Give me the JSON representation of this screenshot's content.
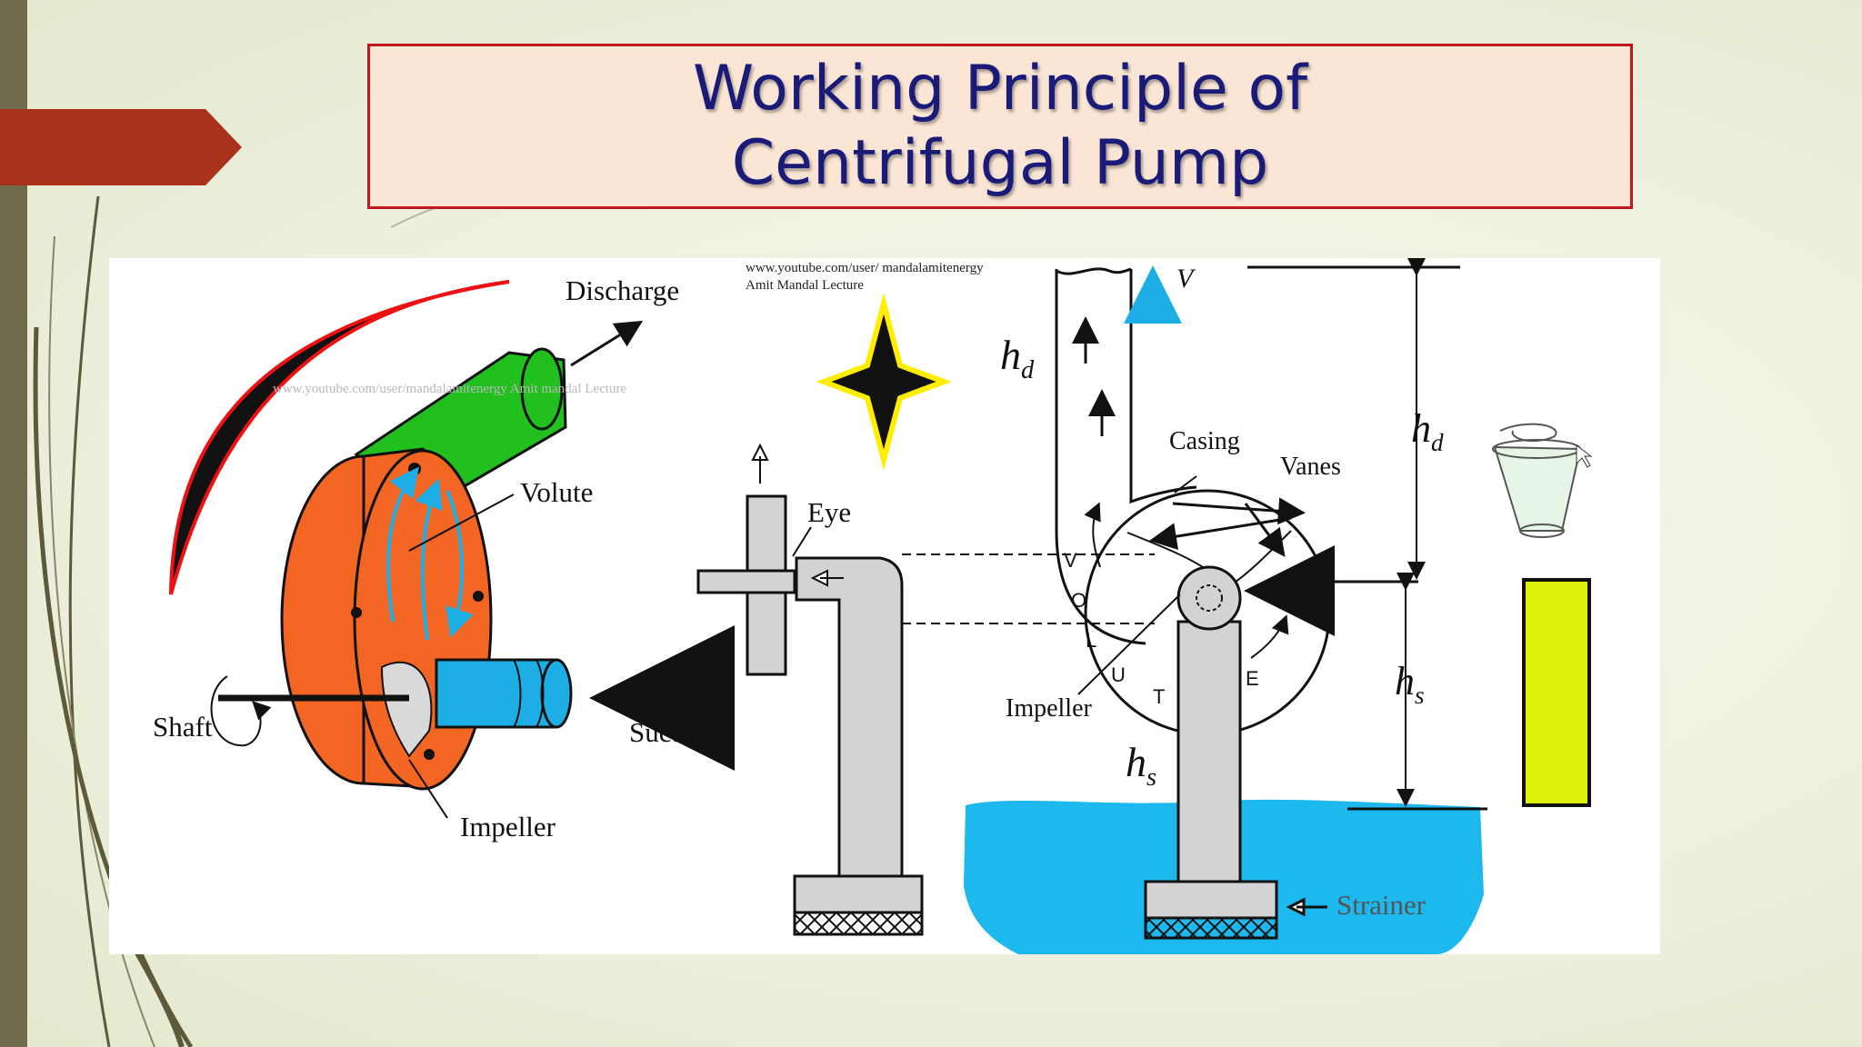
{
  "title": {
    "line1": "Working Principle of",
    "line2": "Centrifugal Pump"
  },
  "watermark": {
    "line1": "www.youtube.com/user/ mandalamitenergy",
    "line2": "Amit Mandal Lecture",
    "faint": "www.youtube.com/user/mandalamitenergy Amit mandal Lecture"
  },
  "labels": {
    "discharge": "Discharge",
    "volute": "Volute",
    "shaft": "Shaft",
    "impeller_left": "Impeller",
    "suction": "Suction",
    "eye": "Eye",
    "casing": "Casing",
    "vanes": "Vanes",
    "impeller_right": "Impeller",
    "strainer": "Strainer",
    "velocity": "V"
  },
  "math": {
    "h": "h",
    "d": "d",
    "s": "s"
  },
  "volute_letters": [
    "V",
    "O",
    "L",
    "U",
    "T",
    "E"
  ],
  "colors": {
    "orange": "#f26522",
    "green": "#22c01e",
    "blue": "#1eaee6",
    "water": "#1db8ee",
    "pipe": "#d3d3d3",
    "yellow_green": "#dcf00a",
    "accent": "#a8321a",
    "title": "#1a1a78"
  }
}
